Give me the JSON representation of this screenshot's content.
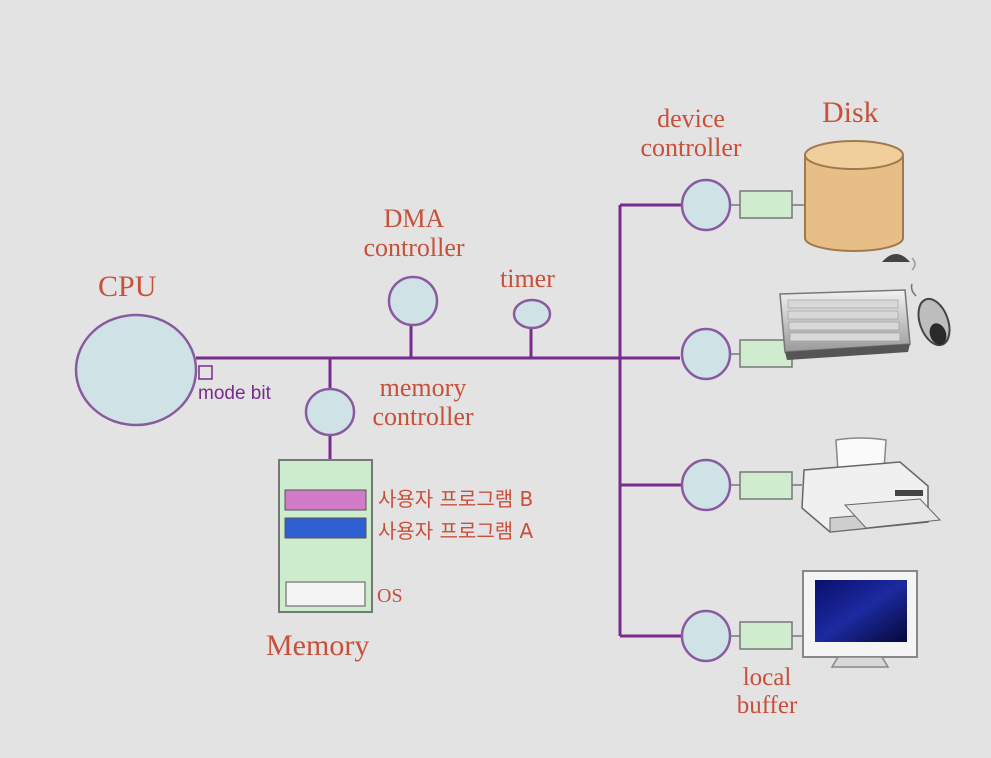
{
  "labels": {
    "cpu": "CPU",
    "mode_bit": "mode bit",
    "dma_controller": "DMA\ncontroller",
    "timer": "timer",
    "memory_controller": "memory\ncontroller",
    "memory": "Memory",
    "program_b": "사용자 프로그램 B",
    "program_a": "사용자 프로그램 A",
    "os": "OS",
    "device_controller": "device\ncontroller",
    "disk": "Disk",
    "local_buffer": "local\nbuffer"
  },
  "colors": {
    "background": "#e3e3e3",
    "bus": "#7a2b8f",
    "node_fill": "#cfe3e6",
    "node_stroke": "#8a5aa0",
    "buffer_fill": "#cfeccf",
    "memory_fill": "#cdeccd",
    "program_b": "#d07ac8",
    "program_a": "#2f5fd0",
    "label_text": "#c8503a",
    "disk_fill": "#e7bf86"
  },
  "icons": [
    "disk-icon",
    "keyboard-icon",
    "mouse-icon",
    "printer-icon",
    "monitor-icon"
  ]
}
